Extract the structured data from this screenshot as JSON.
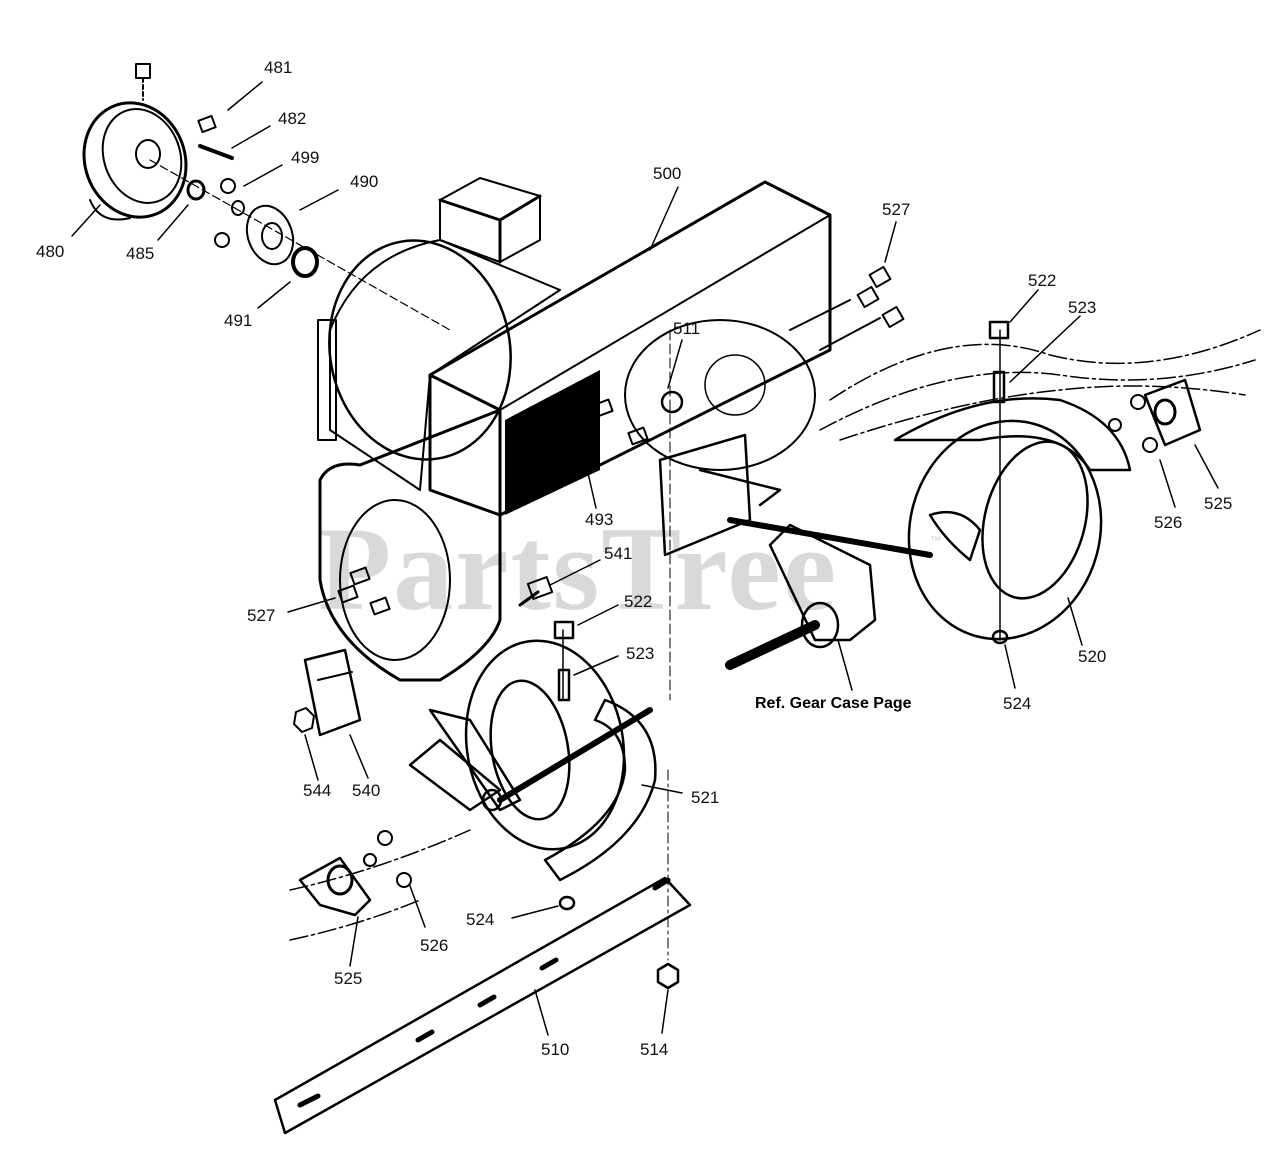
{
  "watermark": {
    "text": "PartsTree",
    "trademark": "™"
  },
  "reference_note": "Ref. Gear Case Page",
  "callouts": [
    {
      "id": "c481",
      "label": "481"
    },
    {
      "id": "c482",
      "label": "482"
    },
    {
      "id": "c499",
      "label": "499"
    },
    {
      "id": "c490",
      "label": "490"
    },
    {
      "id": "c480",
      "label": "480"
    },
    {
      "id": "c485",
      "label": "485"
    },
    {
      "id": "c491",
      "label": "491"
    },
    {
      "id": "c500",
      "label": "500"
    },
    {
      "id": "c527a",
      "label": "527"
    },
    {
      "id": "c522a",
      "label": "522"
    },
    {
      "id": "c523a",
      "label": "523"
    },
    {
      "id": "c511",
      "label": "511"
    },
    {
      "id": "c493",
      "label": "493"
    },
    {
      "id": "c526a",
      "label": "526"
    },
    {
      "id": "c525a",
      "label": "525"
    },
    {
      "id": "c541",
      "label": "541"
    },
    {
      "id": "c527b",
      "label": "527"
    },
    {
      "id": "c522b",
      "label": "522"
    },
    {
      "id": "c523b",
      "label": "523"
    },
    {
      "id": "c520",
      "label": "520"
    },
    {
      "id": "c524a",
      "label": "524"
    },
    {
      "id": "c544",
      "label": "544"
    },
    {
      "id": "c540",
      "label": "540"
    },
    {
      "id": "c521",
      "label": "521"
    },
    {
      "id": "c524b",
      "label": "524"
    },
    {
      "id": "c526b",
      "label": "526"
    },
    {
      "id": "c525b",
      "label": "525"
    },
    {
      "id": "c510",
      "label": "510"
    },
    {
      "id": "c514",
      "label": "514"
    }
  ]
}
